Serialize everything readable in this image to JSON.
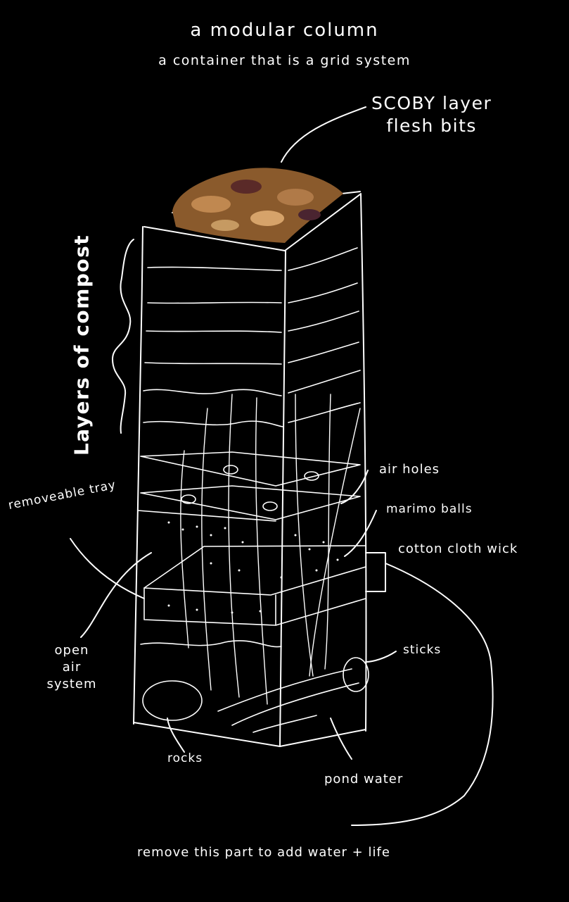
{
  "title": "a modular column",
  "subtitle": "a container that is a grid system",
  "labels": {
    "scoby_line1": "SCOBY layer",
    "scoby_line2": "flesh bits",
    "compost": "Layers of compost",
    "tray": "removeable tray",
    "air_holes": "air holes",
    "marimo": "marimo balls",
    "wick": "cotton cloth wick",
    "open_air_line1": "open",
    "open_air_line2": "air",
    "open_air_line3": "system",
    "sticks": "sticks",
    "rocks": "rocks",
    "pond": "pond water",
    "footer": "remove this part to add water + life"
  },
  "colors": {
    "background": "#000000",
    "ink": "#ffffff",
    "scoby": "#8a5a2c"
  }
}
